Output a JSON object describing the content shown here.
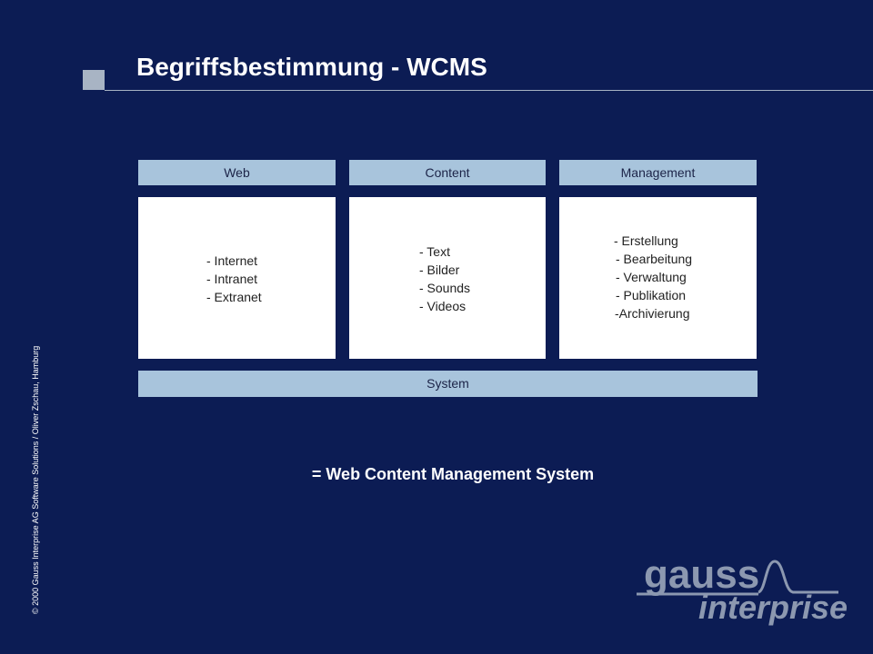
{
  "slide": {
    "title": "Begriffsbestimmung - WCMS",
    "definition": "= Web Content Management System",
    "copyright": "© 2000 Gauss Interprise AG Software Solutions / Oliver Zschau, Hamburg"
  },
  "columns": [
    {
      "header": "Web",
      "items": [
        "- Internet",
        "- Intranet",
        "- Extranet"
      ]
    },
    {
      "header": "Content",
      "items": [
        "- Text",
        "- Bilder",
        "- Sounds",
        "- Videos"
      ]
    },
    {
      "header": "Management",
      "items": [
        "- Erstellung",
        "- Bearbeitung",
        "- Verwaltung",
        "- Publikation",
        "-Archivierung"
      ]
    }
  ],
  "system": {
    "label": "System"
  },
  "logo": {
    "word1": "gauss",
    "word2": "interprise"
  },
  "colors": {
    "background": "#0c1c54",
    "header_fill": "#a8c4dc",
    "box_fill": "#ffffff",
    "accent_grey": "#a8b4c4",
    "logo_grey": "#8c98b0"
  }
}
